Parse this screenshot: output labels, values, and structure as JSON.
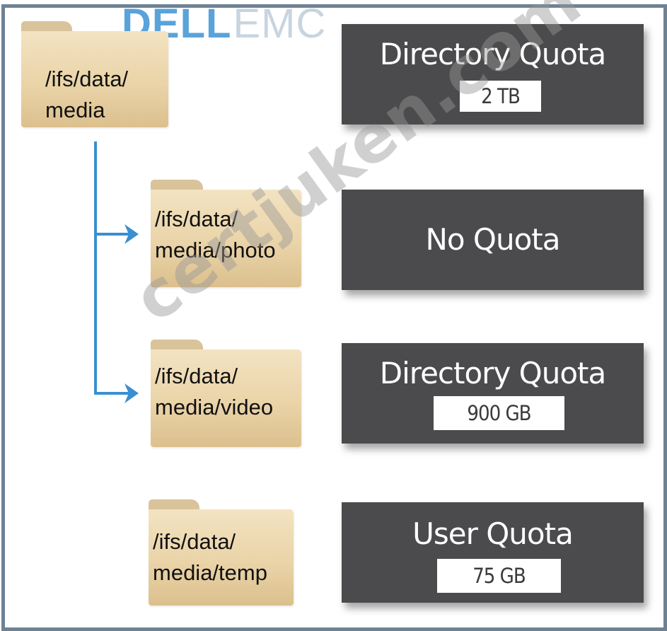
{
  "logo": {
    "dell": "DELL",
    "emc": "EMC"
  },
  "folders": [
    {
      "line1": "/ifs/data/",
      "line2": "media"
    },
    {
      "line1": "/ifs/data/",
      "line2": "media/photo"
    },
    {
      "line1": "/ifs/data/",
      "line2": "media/video"
    },
    {
      "line1": "/ifs/data/",
      "line2": "media/temp"
    }
  ],
  "quotas": [
    {
      "title": "Directory Quota",
      "value": "2 TB"
    },
    {
      "title": "No Quota",
      "value": ""
    },
    {
      "title": "Directory Quota",
      "value": "900 GB"
    },
    {
      "title": "User Quota",
      "value": "75 GB"
    }
  ],
  "watermark": "certjuken.com",
  "colors": {
    "arrow": "#3a8fd0",
    "frame": "#6f8294",
    "quota_box": "#4b4b4d",
    "folder": "#ead4a8"
  }
}
